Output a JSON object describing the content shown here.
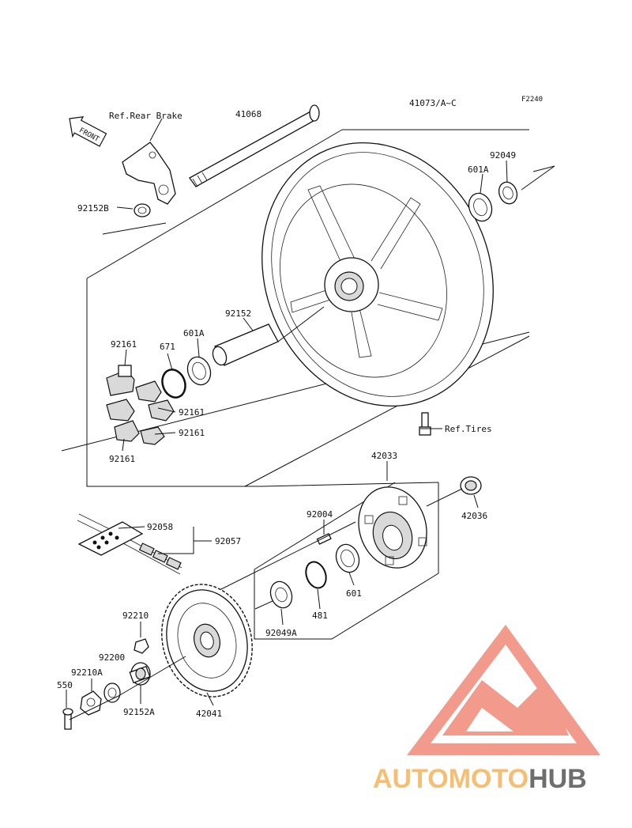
{
  "diagram_code": "F2240",
  "assembly_code": "41073/A~C",
  "front_label": "FRONT",
  "refs": {
    "rear_brake": "Ref.Rear Brake",
    "tires": "Ref.Tires"
  },
  "parts": {
    "p41068": "41068",
    "p92049_top": "92049",
    "p601A_top": "601A",
    "p92152B": "92152B",
    "p92152": "92152",
    "p601A_mid": "601A",
    "p671": "671",
    "p92161_a": "92161",
    "p92161_b": "92161",
    "p92161_c": "92161",
    "p92161_d": "92161",
    "p42033": "42033",
    "p42036": "42036",
    "p92004": "92004",
    "p92058": "92058",
    "p92057": "92057",
    "p601": "601",
    "p481": "481",
    "p92049A": "92049A",
    "p92210": "92210",
    "p92200": "92200",
    "p92210A": "92210A",
    "p550": "550",
    "p92152A": "92152A",
    "p42041": "42041"
  },
  "watermark": {
    "text_part1": "AUTOMOTO",
    "text_part2": "HUB",
    "color_main": "#f08a7a",
    "color_accent": "#f5b35a",
    "color_dark": "#555555"
  }
}
